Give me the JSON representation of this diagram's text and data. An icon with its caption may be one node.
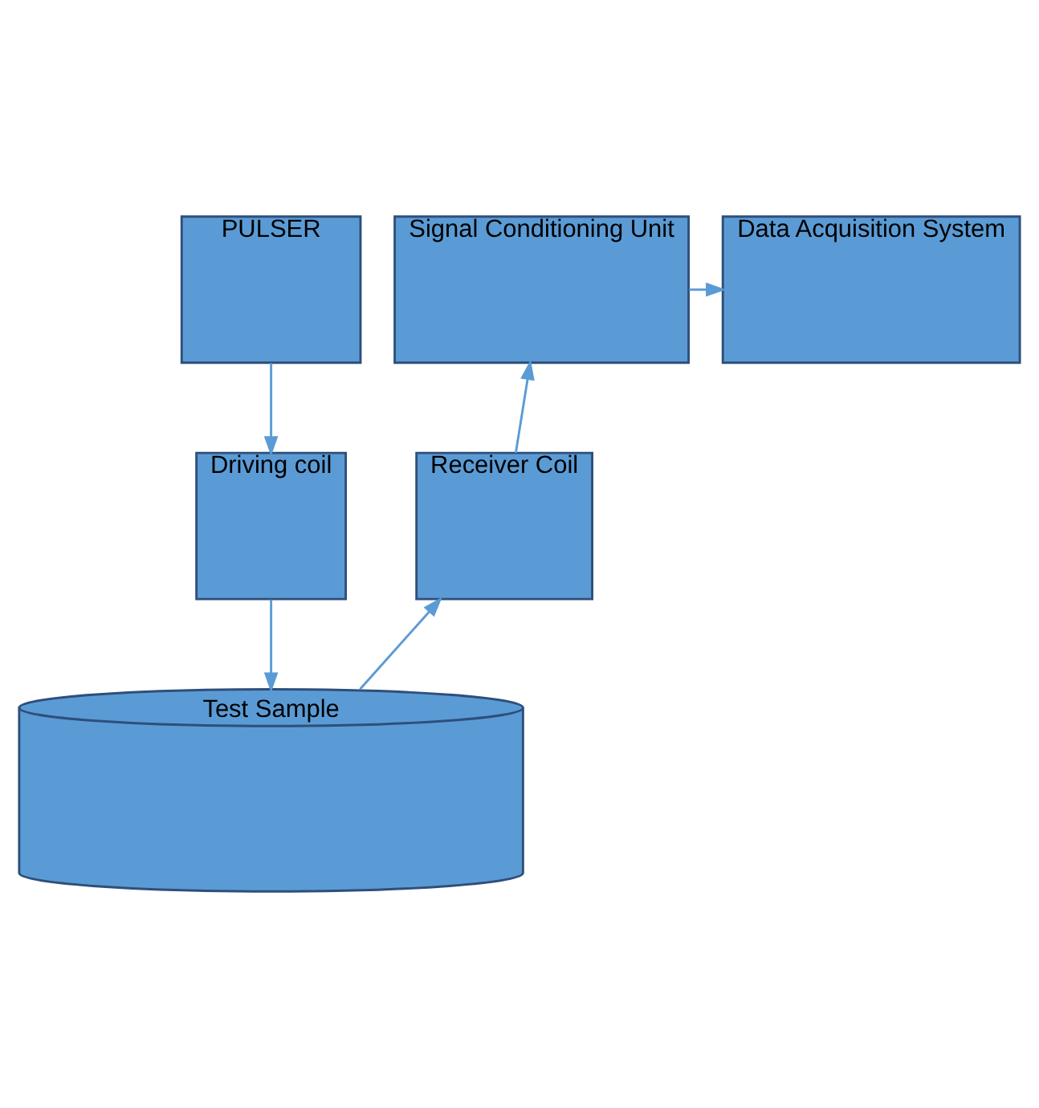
{
  "diagram": {
    "nodes": [
      {
        "text": [
          "PULSER"
        ]
      },
      {
        "text": [
          "Signal Conditioning Unit"
        ]
      },
      {
        "text": [
          "Data Acquisition System"
        ]
      },
      {
        "text": [
          "Driving coil"
        ]
      },
      {
        "text": [
          "Receiver Coil"
        ]
      },
      {
        "text": [
          "Test Sample"
        ]
      }
    ],
    "edges": [
      {
        "from": 0,
        "to": 3,
        "arrow": "to"
      },
      {
        "from": 1,
        "to": 2,
        "arrow": "to"
      },
      {
        "from": 4,
        "to": 1,
        "arrow": "to"
      },
      {
        "from": 3,
        "to": 5,
        "arrow": "to"
      },
      {
        "from": 5,
        "to": 4,
        "arrow": "to"
      }
    ]
  }
}
